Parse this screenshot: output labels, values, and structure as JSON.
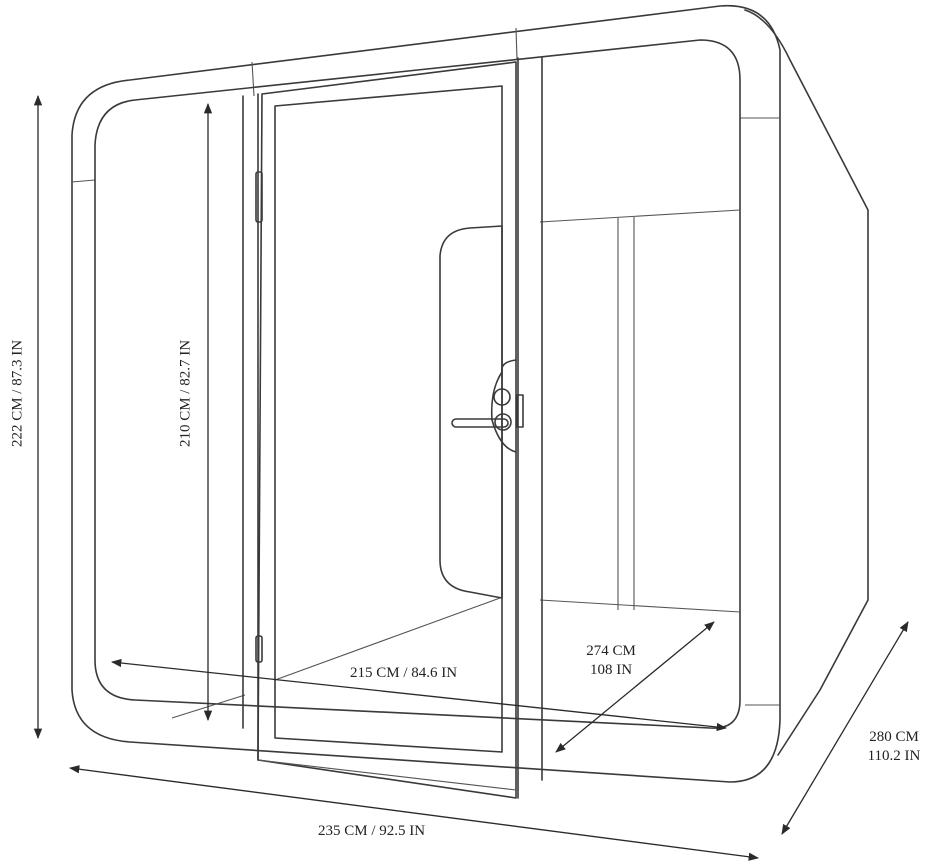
{
  "diagram": {
    "subject": "phone booth / office pod line drawing with dimensions",
    "stroke_color": "#3a3a3a",
    "background": "#ffffff"
  },
  "dimensions": {
    "total_height": {
      "cm": "222 CM",
      "in": "87.3 IN",
      "label": "222 CM / 87.3 IN"
    },
    "interior_height": {
      "cm": "210 CM",
      "in": "82.7 IN",
      "label": "210 CM / 82.7 IN"
    },
    "interior_width": {
      "cm": "215 CM",
      "in": "84.6 IN",
      "label": "215 CM / 84.6 IN"
    },
    "interior_depth": {
      "cm": "274 CM",
      "in": "108 IN"
    },
    "total_width": {
      "cm": "235 CM",
      "in": "92.5 IN",
      "label": "235 CM / 92.5 IN"
    },
    "total_depth": {
      "cm": "280 CM",
      "in": "110.2 IN"
    }
  }
}
